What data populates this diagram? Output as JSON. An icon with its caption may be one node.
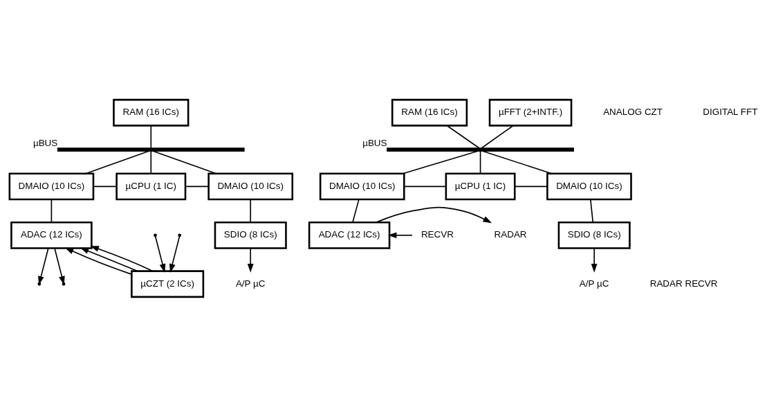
{
  "diagram": {
    "nodes": [
      {
        "text": [
          "RAM (16 ICs)"
        ]
      },
      {
        "text": [],
        "shape": "bar",
        "beside": [
          "µBUS"
        ]
      },
      {
        "text": [
          "DMAIO (10 ICs)"
        ]
      },
      {
        "text": [
          "µCPU (1 IC)"
        ]
      },
      {
        "text": [
          "DMAIO (10 ICs)"
        ]
      },
      {
        "text": [
          "ADAC (12 ICs)"
        ]
      },
      {
        "text": [
          "SDIO (8 ICs)"
        ]
      },
      {
        "text": [
          "µCZT (2 ICs)"
        ]
      },
      {
        "text": [
          "A/P µC"
        ]
      },
      {
        "text": [
          "RAM (16 ICs)"
        ]
      },
      {
        "text": [
          "µFFT (2+INTF.)"
        ]
      },
      {
        "text": [],
        "shape": "bar",
        "beside": [
          "µBUS"
        ]
      },
      {
        "text": [
          "DMAIO (10 ICs)"
        ]
      },
      {
        "text": [
          "µCPU (1 IC)"
        ]
      },
      {
        "text": [
          "DMAIO (10 ICs)"
        ]
      },
      {
        "text": [
          "ADAC (12 ICs)"
        ]
      },
      {
        "text": [
          "SDIO (8 ICs)"
        ]
      },
      {
        "text": [
          "A/P µC"
        ]
      },
      {
        "text": [
          "RADAR"
        ]
      },
      {
        "text": [
          "RECVR"
        ]
      }
    ],
    "edges": [
      {
        "from": 0,
        "to": 1,
        "arrow": "none"
      },
      {
        "from": 1,
        "to": 2,
        "arrow": "none"
      },
      {
        "from": 1,
        "to": 3,
        "arrow": "none"
      },
      {
        "from": 1,
        "to": 4,
        "arrow": "none"
      },
      {
        "from": 2,
        "to": 3,
        "arrow": "none"
      },
      {
        "from": 3,
        "to": 4,
        "arrow": "none"
      },
      {
        "from": 2,
        "to": 5,
        "arrow": "none"
      },
      {
        "from": 4,
        "to": 6,
        "arrow": "none"
      },
      {
        "from": 6,
        "to": 8,
        "arrow": "to"
      },
      {
        "from": 5,
        "to": null,
        "arrow": "to"
      },
      {
        "from": 5,
        "to": null,
        "arrow": "to"
      },
      {
        "from": null,
        "to": 7,
        "arrow": "to"
      },
      {
        "from": null,
        "to": 7,
        "arrow": "to"
      },
      {
        "from": 7,
        "to": 5,
        "arrow": "to"
      },
      {
        "from": 7,
        "to": 5,
        "arrow": "to"
      },
      {
        "from": 7,
        "to": 5,
        "arrow": "to"
      },
      {
        "from": 9,
        "to": 11,
        "arrow": "none"
      },
      {
        "from": 10,
        "to": 11,
        "arrow": "none"
      },
      {
        "from": 11,
        "to": 12,
        "arrow": "none"
      },
      {
        "from": 11,
        "to": 13,
        "arrow": "none"
      },
      {
        "from": 11,
        "to": 14,
        "arrow": "none"
      },
      {
        "from": 12,
        "to": 13,
        "arrow": "none"
      },
      {
        "from": 13,
        "to": 14,
        "arrow": "none"
      },
      {
        "from": 12,
        "to": 15,
        "arrow": "none"
      },
      {
        "from": 14,
        "to": 16,
        "arrow": "none"
      },
      {
        "from": 16,
        "to": 17,
        "arrow": "to"
      },
      {
        "from": 15,
        "to": 18,
        "arrow": "to"
      },
      {
        "from": 19,
        "to": 15,
        "arrow": "to"
      }
    ],
    "labels": [
      "ANALOG CZT",
      "DIGITAL FFT",
      "RADAR RECVR"
    ]
  }
}
